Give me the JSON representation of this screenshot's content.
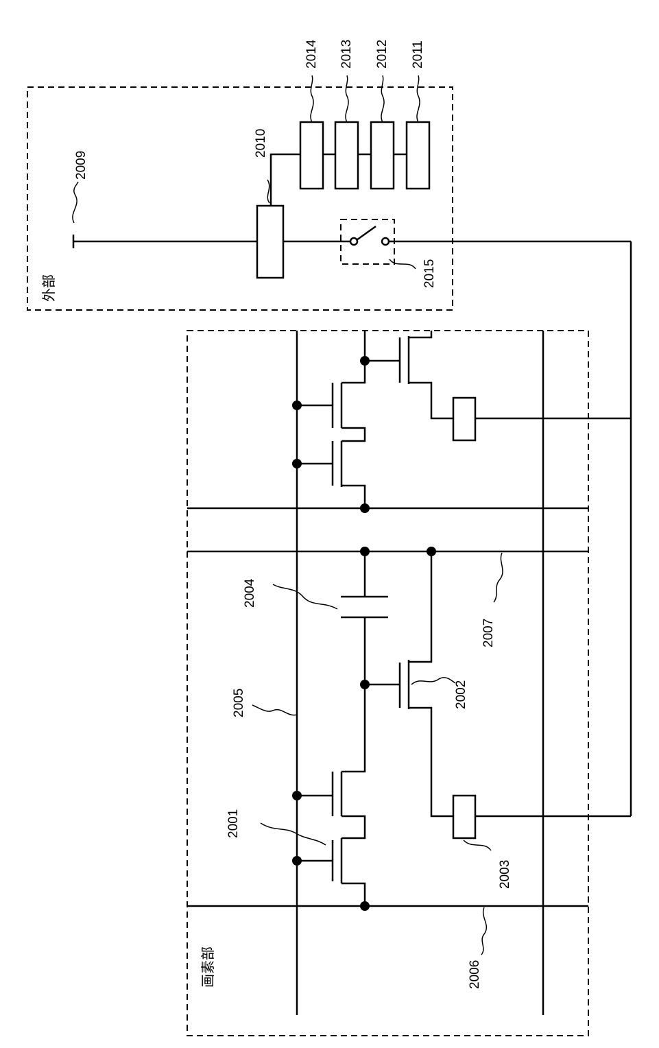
{
  "regions": {
    "external": "外部",
    "pixel": "画素部"
  },
  "labels": {
    "tft_switch": "2001",
    "tft_drive": "2002",
    "light_emitting_element": "2003",
    "capacitor": "2004",
    "signal_line": "2005",
    "scan_line": "2006",
    "power_line": "2007",
    "input_terminal": "2009",
    "controller": "2010",
    "block_2011": "2011",
    "block_2012": "2012",
    "block_2013": "2013",
    "block_2014": "2014",
    "switch": "2015"
  }
}
